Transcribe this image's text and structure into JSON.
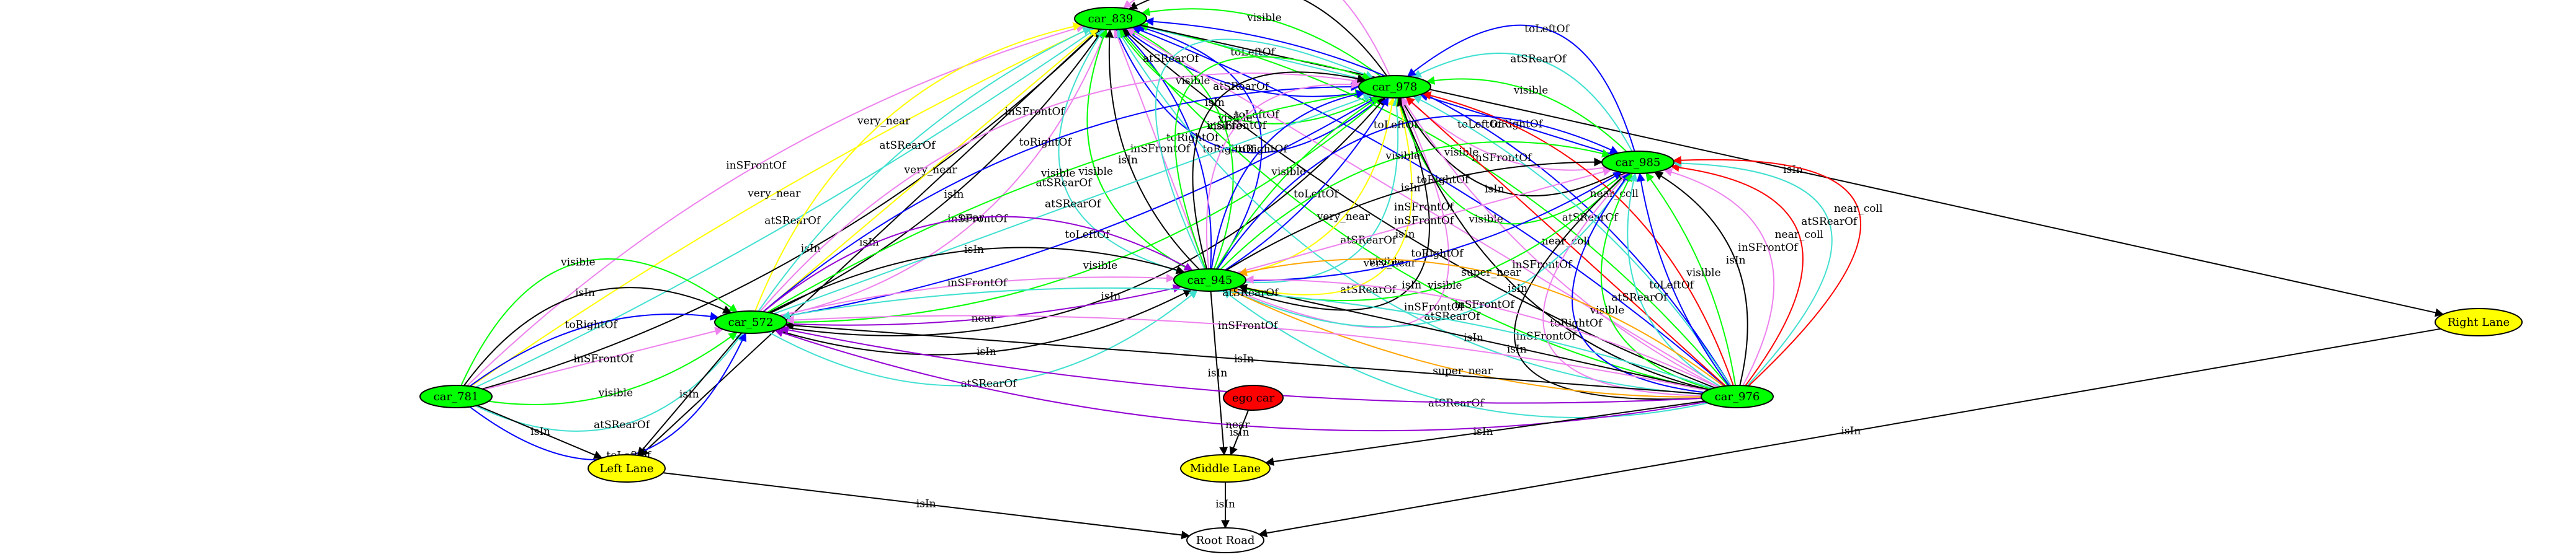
{
  "graph": {
    "nodes": [
      {
        "id": "car_839",
        "label": "car_839",
        "fill": "#00ff00"
      },
      {
        "id": "car_978",
        "label": "car_978",
        "fill": "#00ff00"
      },
      {
        "id": "car_985",
        "label": "car_985",
        "fill": "#00ff00"
      },
      {
        "id": "car_945",
        "label": "car_945",
        "fill": "#00ff00"
      },
      {
        "id": "car_572",
        "label": "car_572",
        "fill": "#00ff00"
      },
      {
        "id": "car_781",
        "label": "car_781",
        "fill": "#00ff00"
      },
      {
        "id": "car_976",
        "label": "car_976",
        "fill": "#00ff00"
      },
      {
        "id": "ego_car",
        "label": "ego car",
        "fill": "#ff0000"
      },
      {
        "id": "right_lane",
        "label": "Right Lane",
        "fill": "#ffff00"
      },
      {
        "id": "left_lane",
        "label": "Left Lane",
        "fill": "#ffff00"
      },
      {
        "id": "middle_lane",
        "label": "Middle Lane",
        "fill": "#ffff00"
      },
      {
        "id": "root_road",
        "label": "Root Road",
        "fill": "#ffffff"
      }
    ],
    "edges": [
      {
        "from": "car_839",
        "to": "left_lane",
        "label": "isIn",
        "color": "#000000"
      },
      {
        "from": "car_781",
        "to": "car_839",
        "label": "inSFrontOf",
        "color": "#ee82ee"
      },
      {
        "from": "car_781",
        "to": "car_839",
        "label": "very_near",
        "color": "#ffff00"
      },
      {
        "from": "car_781",
        "to": "car_839",
        "label": "atSRearOf",
        "color": "#40e0d0"
      },
      {
        "from": "car_572",
        "to": "car_839",
        "label": "very_near",
        "color": "#ffff00"
      },
      {
        "from": "car_781",
        "to": "car_839",
        "label": "isIn",
        "color": "#000000"
      },
      {
        "from": "car_572",
        "to": "car_839",
        "label": "atSRearOf",
        "color": "#40e0d0"
      },
      {
        "from": "car_572",
        "to": "car_839",
        "label": "very_near",
        "color": "#ffff00"
      },
      {
        "from": "car_572",
        "to": "car_839",
        "label": "isIn",
        "color": "#000000"
      },
      {
        "from": "car_572",
        "to": "car_839",
        "label": "inSFrontOf",
        "color": "#ee82ee"
      },
      {
        "from": "car_978",
        "to": "car_839",
        "label": "toRightOf",
        "color": "#0000ff"
      },
      {
        "from": "car_978",
        "to": "car_839",
        "label": "visible",
        "color": "#00ff00"
      },
      {
        "from": "car_978",
        "to": "car_839",
        "label": "atSRearOf",
        "color": "#0000ff"
      },
      {
        "from": "car_978",
        "to": "car_839",
        "label": "toLeftOf",
        "color": "#40e0d0"
      },
      {
        "from": "car_978",
        "to": "car_839",
        "label": "visible",
        "color": "#00ff00"
      },
      {
        "from": "car_978",
        "to": "car_839",
        "label": "isIn",
        "color": "#000000"
      },
      {
        "from": "car_978",
        "to": "car_839",
        "label": "inSFrontOf",
        "color": "#ee82ee"
      },
      {
        "from": "car_945",
        "to": "car_839",
        "label": "atSRearOf",
        "color": "#40e0d0"
      },
      {
        "from": "car_945",
        "to": "car_839",
        "label": "visible",
        "color": "#00ff00"
      },
      {
        "from": "car_945",
        "to": "car_839",
        "label": "isIn",
        "color": "#000000"
      },
      {
        "from": "car_945",
        "to": "car_839",
        "label": "inSFrontOf",
        "color": "#ee82ee"
      },
      {
        "from": "car_945",
        "to": "car_839",
        "label": "toRightOf",
        "color": "#0000ff"
      },
      {
        "from": "car_945",
        "to": "car_839",
        "label": "visible",
        "color": "#00ff00"
      },
      {
        "from": "car_945",
        "to": "car_839",
        "label": "toLeftOf",
        "color": "#0000ff"
      },
      {
        "from": "car_976",
        "to": "car_839",
        "label": "atSRearOf",
        "color": "#40e0d0"
      },
      {
        "from": "car_976",
        "to": "car_839",
        "label": "visible",
        "color": "#00ff00"
      },
      {
        "from": "car_976",
        "to": "car_839",
        "label": "isIn",
        "color": "#000000"
      },
      {
        "from": "car_976",
        "to": "car_839",
        "label": "inSFrontOf",
        "color": "#ee82ee"
      },
      {
        "from": "car_976",
        "to": "car_839",
        "label": "toRightOf",
        "color": "#0000ff"
      },
      {
        "from": "car_976",
        "to": "car_839",
        "label": "visible",
        "color": "#00ff00"
      },
      {
        "from": "car_976",
        "to": "car_839",
        "label": "toLeftOf",
        "color": "#0000ff"
      },
      {
        "from": "car_839",
        "to": "right_lane",
        "label": "isIn",
        "color": "#000000"
      },
      {
        "from": "car_572",
        "to": "car_978",
        "label": "inSFrontOf",
        "color": "#ee82ee"
      },
      {
        "from": "car_572",
        "to": "car_978",
        "label": "toRightOf",
        "color": "#0000ff"
      },
      {
        "from": "car_572",
        "to": "car_978",
        "label": "visible",
        "color": "#00ff00"
      },
      {
        "from": "car_572",
        "to": "car_978",
        "label": "atSRearOf",
        "color": "#40e0d0"
      },
      {
        "from": "car_572",
        "to": "car_978",
        "label": "toLeftOf",
        "color": "#0000ff"
      },
      {
        "from": "car_572",
        "to": "car_978",
        "label": "visible",
        "color": "#00ff00"
      },
      {
        "from": "car_572",
        "to": "car_978",
        "label": "isIn",
        "color": "#000000"
      },
      {
        "from": "car_945",
        "to": "car_978",
        "label": "atSRearOf",
        "color": "#40e0d0"
      },
      {
        "from": "car_945",
        "to": "car_978",
        "label": "visible",
        "color": "#00ff00"
      },
      {
        "from": "car_945",
        "to": "car_978",
        "label": "isIn",
        "color": "#000000"
      },
      {
        "from": "car_945",
        "to": "car_978",
        "label": "inSFrontOf",
        "color": "#ee82ee"
      },
      {
        "from": "car_945",
        "to": "car_978",
        "label": "toRightOf",
        "color": "#0000ff"
      },
      {
        "from": "car_945",
        "to": "car_978",
        "label": "visible",
        "color": "#00ff00"
      },
      {
        "from": "car_945",
        "to": "car_978",
        "label": "toLeftOf",
        "color": "#0000ff"
      },
      {
        "from": "car_945",
        "to": "car_978",
        "label": "very_near",
        "color": "#ffff00"
      },
      {
        "from": "car_945",
        "to": "car_978",
        "label": "atSRearOf",
        "color": "#40e0d0"
      },
      {
        "from": "car_945",
        "to": "car_978",
        "label": "very_near",
        "color": "#ffff00"
      },
      {
        "from": "car_945",
        "to": "car_978",
        "label": "isIn",
        "color": "#000000"
      },
      {
        "from": "car_945",
        "to": "car_978",
        "label": "inSFrontOf",
        "color": "#ee82ee"
      },
      {
        "from": "car_985",
        "to": "car_978",
        "label": "visible",
        "color": "#00ff00"
      },
      {
        "from": "car_985",
        "to": "car_978",
        "label": "isIn",
        "color": "#000000"
      },
      {
        "from": "car_985",
        "to": "car_978",
        "label": "inSFrontOf",
        "color": "#ee82ee"
      },
      {
        "from": "car_985",
        "to": "car_978",
        "label": "toRightOf",
        "color": "#0000ff"
      },
      {
        "from": "car_985",
        "to": "car_978",
        "label": "visible",
        "color": "#00ff00"
      },
      {
        "from": "car_985",
        "to": "car_978",
        "label": "atSRearOf",
        "color": "#40e0d0"
      },
      {
        "from": "car_985",
        "to": "car_978",
        "label": "toLeftOf",
        "color": "#0000ff"
      },
      {
        "from": "car_976",
        "to": "car_978",
        "label": "isIn",
        "color": "#000000"
      },
      {
        "from": "car_976",
        "to": "car_978",
        "label": "inSFrontOf",
        "color": "#ee82ee"
      },
      {
        "from": "car_976",
        "to": "car_978",
        "label": "near_coll",
        "color": "#ff0000"
      },
      {
        "from": "car_976",
        "to": "car_978",
        "label": "atSRearOf",
        "color": "#40e0d0"
      },
      {
        "from": "car_976",
        "to": "car_978",
        "label": "near_coll",
        "color": "#ff0000"
      },
      {
        "from": "car_945",
        "to": "car_985",
        "label": "toLeftOf",
        "color": "#0000ff"
      },
      {
        "from": "car_945",
        "to": "car_985",
        "label": "visible",
        "color": "#00ff00"
      },
      {
        "from": "car_945",
        "to": "car_985",
        "label": "isIn",
        "color": "#000000"
      },
      {
        "from": "car_945",
        "to": "car_985",
        "label": "inSFrontOf",
        "color": "#ee82ee"
      },
      {
        "from": "car_945",
        "to": "car_985",
        "label": "toRightOf",
        "color": "#0000ff"
      },
      {
        "from": "car_945",
        "to": "car_985",
        "label": "visible",
        "color": "#00ff00"
      },
      {
        "from": "car_945",
        "to": "car_985",
        "label": "atSRearOf",
        "color": "#40e0d0"
      },
      {
        "from": "car_976",
        "to": "car_985",
        "label": "isIn",
        "color": "#000000"
      },
      {
        "from": "car_976",
        "to": "car_985",
        "label": "inSFrontOf",
        "color": "#ee82ee"
      },
      {
        "from": "car_976",
        "to": "car_985",
        "label": "toRightOf",
        "color": "#0000ff"
      },
      {
        "from": "car_976",
        "to": "car_985",
        "label": "visible",
        "color": "#00ff00"
      },
      {
        "from": "car_976",
        "to": "car_985",
        "label": "atSRearOf",
        "color": "#40e0d0"
      },
      {
        "from": "car_976",
        "to": "car_985",
        "label": "toLeftOf",
        "color": "#0000ff"
      },
      {
        "from": "car_976",
        "to": "car_985",
        "label": "visible",
        "color": "#00ff00"
      },
      {
        "from": "car_976",
        "to": "car_985",
        "label": "isIn",
        "color": "#000000"
      },
      {
        "from": "car_976",
        "to": "car_985",
        "label": "inSFrontOf",
        "color": "#ee82ee"
      },
      {
        "from": "car_976",
        "to": "car_985",
        "label": "near_coll",
        "color": "#ff0000"
      },
      {
        "from": "car_976",
        "to": "car_985",
        "label": "atSRearOf",
        "color": "#40e0d0"
      },
      {
        "from": "car_976",
        "to": "car_985",
        "label": "near_coll",
        "color": "#ff0000"
      },
      {
        "from": "car_572",
        "to": "car_945",
        "label": "near",
        "color": "#9400d3"
      },
      {
        "from": "car_572",
        "to": "car_945",
        "label": "isIn",
        "color": "#000000"
      },
      {
        "from": "car_572",
        "to": "car_945",
        "label": "inSFrontOf",
        "color": "#ee82ee"
      },
      {
        "from": "car_572",
        "to": "car_945",
        "label": "near",
        "color": "#9400d3"
      },
      {
        "from": "car_572",
        "to": "car_945",
        "label": "isIn",
        "color": "#000000"
      },
      {
        "from": "car_572",
        "to": "car_945",
        "label": "atSRearOf",
        "color": "#40e0d0"
      },
      {
        "from": "car_976",
        "to": "car_945",
        "label": "atSRearOf",
        "color": "#40e0d0"
      },
      {
        "from": "car_976",
        "to": "car_945",
        "label": "super_near",
        "color": "#ffa500"
      },
      {
        "from": "car_976",
        "to": "car_945",
        "label": "isIn",
        "color": "#000000"
      },
      {
        "from": "car_976",
        "to": "car_945",
        "label": "inSFrontOf",
        "color": "#ee82ee"
      },
      {
        "from": "car_976",
        "to": "car_945",
        "label": "super_near",
        "color": "#ffa500"
      },
      {
        "from": "car_945",
        "to": "middle_lane",
        "label": "isIn",
        "color": "#000000"
      },
      {
        "from": "car_781",
        "to": "car_572",
        "label": "visible",
        "color": "#00ff00"
      },
      {
        "from": "car_781",
        "to": "car_572",
        "label": "isIn",
        "color": "#000000"
      },
      {
        "from": "car_781",
        "to": "car_572",
        "label": "toRightOf",
        "color": "#0000ff"
      },
      {
        "from": "car_781",
        "to": "car_572",
        "label": "inSFrontOf",
        "color": "#ee82ee"
      },
      {
        "from": "car_781",
        "to": "car_572",
        "label": "visible",
        "color": "#00ff00"
      },
      {
        "from": "car_781",
        "to": "car_572",
        "label": "atSRearOf",
        "color": "#40e0d0"
      },
      {
        "from": "car_781",
        "to": "car_572",
        "label": "toLeftOf",
        "color": "#0000ff"
      },
      {
        "from": "car_976",
        "to": "car_572",
        "label": "near",
        "color": "#9400d3"
      },
      {
        "from": "car_976",
        "to": "car_572",
        "label": "near",
        "color": "#9400d3"
      },
      {
        "from": "car_976",
        "to": "car_572",
        "label": "isIn",
        "color": "#000000"
      },
      {
        "from": "car_976",
        "to": "car_572",
        "label": "inSFrontOf",
        "color": "#ee82ee"
      },
      {
        "from": "car_976",
        "to": "car_572",
        "label": "atSRearOf",
        "color": "#40e0d0"
      },
      {
        "from": "car_572",
        "to": "left_lane",
        "label": "isIn",
        "color": "#000000"
      },
      {
        "from": "car_781",
        "to": "left_lane",
        "label": "isIn",
        "color": "#000000"
      },
      {
        "from": "ego_car",
        "to": "middle_lane",
        "label": "isIn",
        "color": "#000000"
      },
      {
        "from": "car_976",
        "to": "middle_lane",
        "label": "isIn",
        "color": "#000000"
      },
      {
        "from": "left_lane",
        "to": "root_road",
        "label": "isIn",
        "color": "#000000"
      },
      {
        "from": "middle_lane",
        "to": "root_road",
        "label": "isIn",
        "color": "#000000"
      },
      {
        "from": "right_lane",
        "to": "root_road",
        "label": "isIn",
        "color": "#000000"
      }
    ]
  }
}
